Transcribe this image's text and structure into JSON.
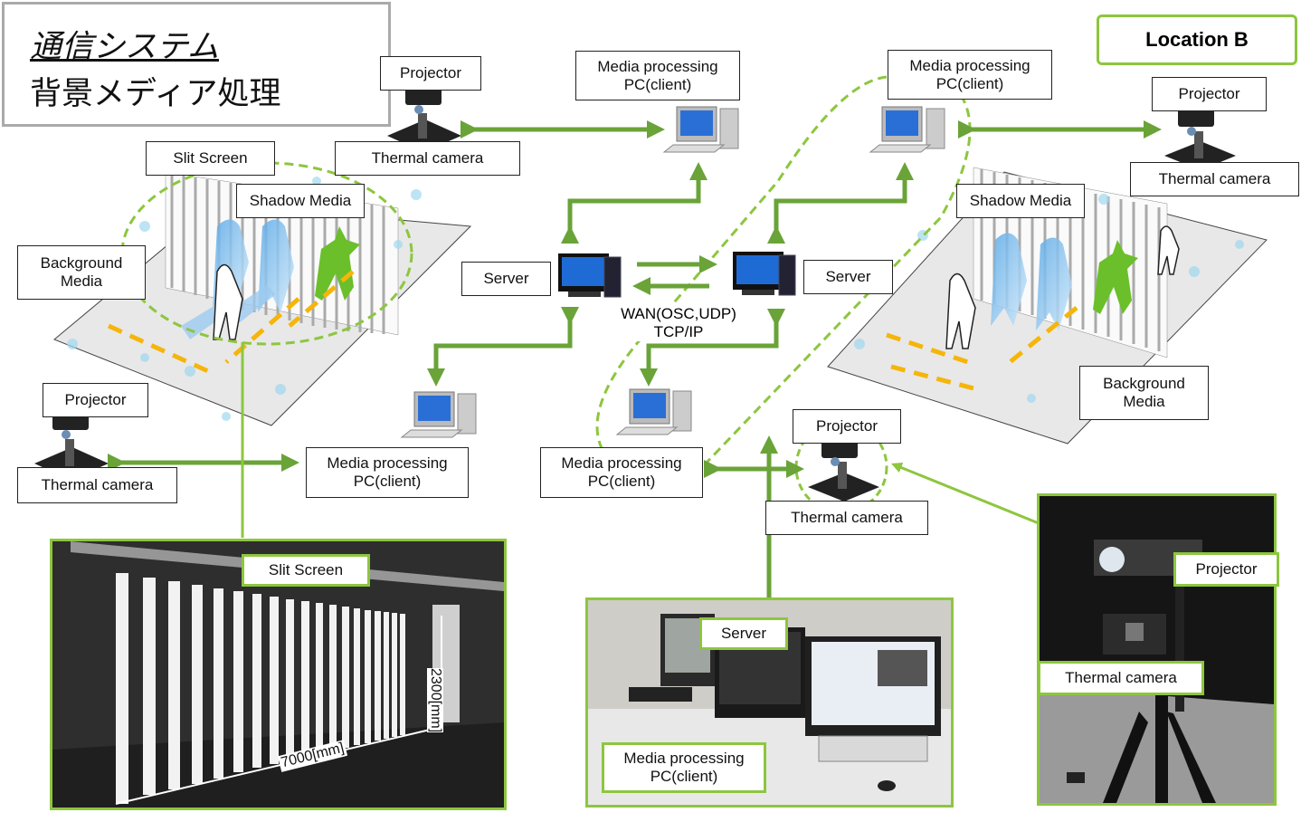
{
  "title": {
    "line1": "通信システム",
    "line2": "背景メディア処理"
  },
  "location_b": "Location B",
  "labels": {
    "projector": "Projector",
    "thermal_camera": "Thermal camera",
    "media_processing_line1": "Media processing",
    "media_processing_line2": "PC(client)",
    "slit_screen": "Slit Screen",
    "shadow_media": "Shadow Media",
    "background_media_line1": "Background",
    "background_media_line2": "Media",
    "server": "Server",
    "wan_line1": "WAN(OSC,UDP)",
    "wan_line2": "TCP/IP"
  },
  "dimensions": {
    "height": "2300[mm]",
    "width": "7000[mm]"
  },
  "colors": {
    "arrow_green": "#6aa338",
    "label_green": "#8dc63f",
    "dashed_green": "#8dc63f",
    "orange": "#f5b50a"
  }
}
